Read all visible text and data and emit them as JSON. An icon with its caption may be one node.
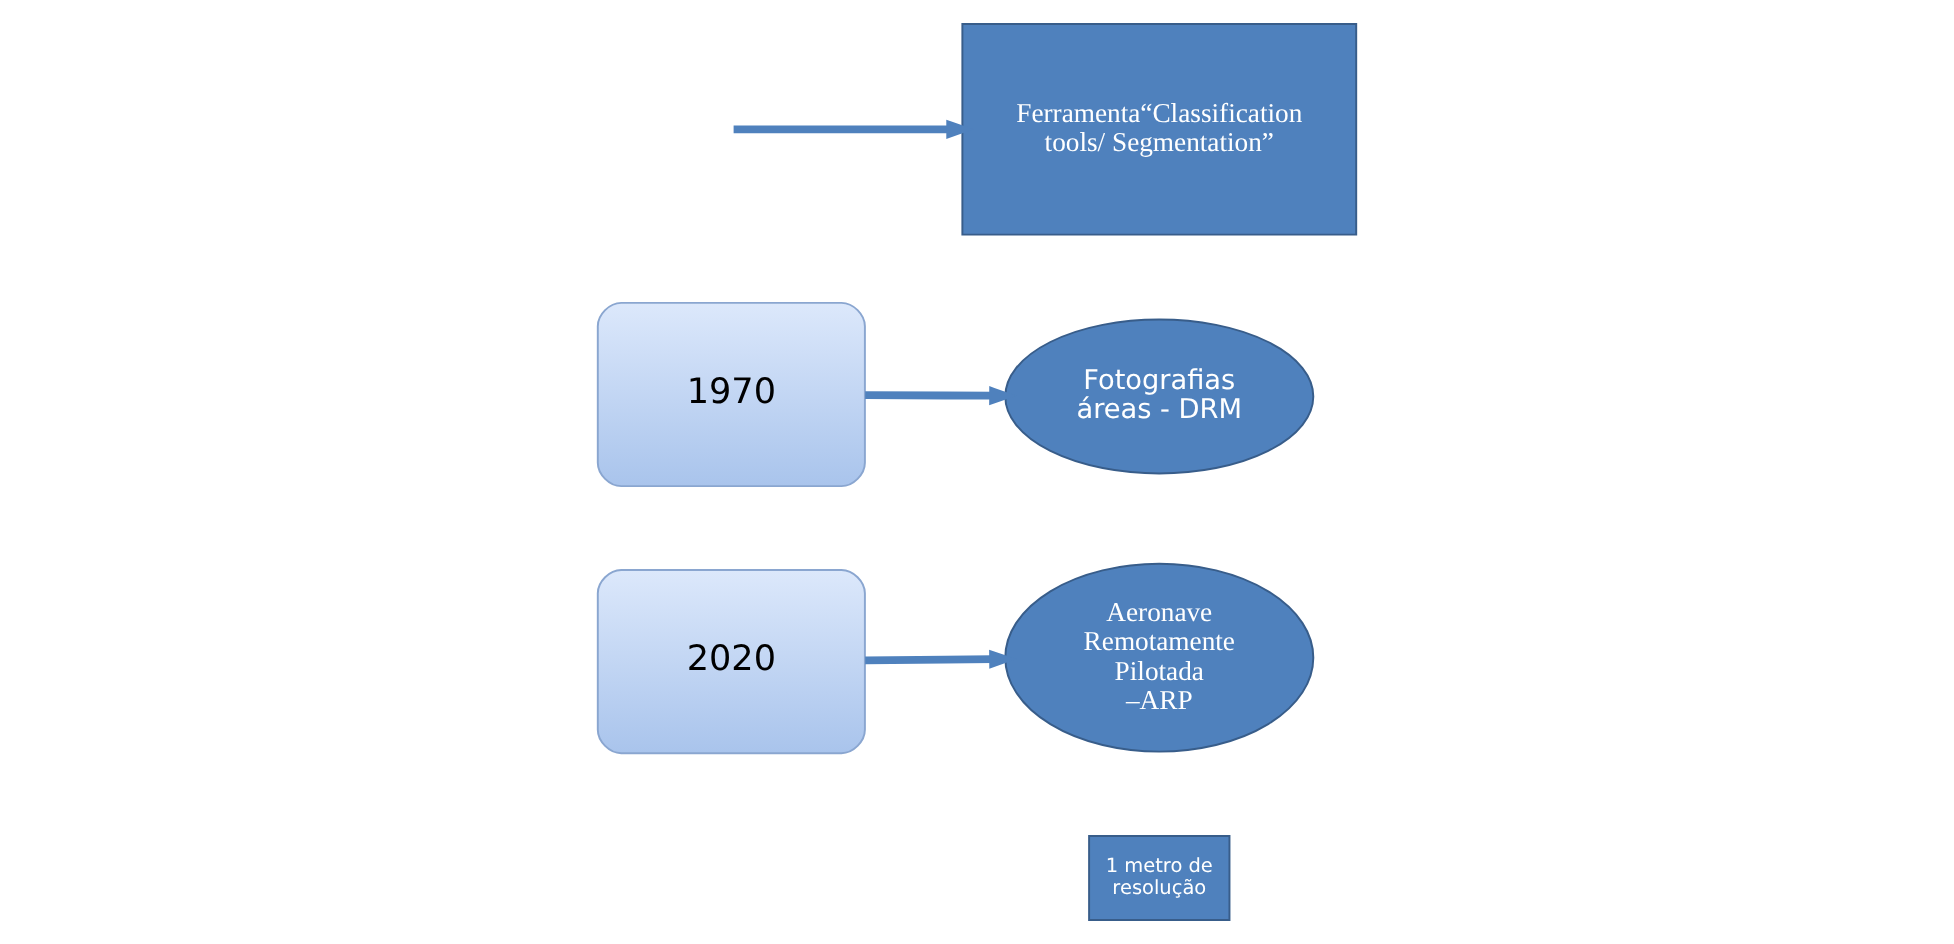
{
  "diagram": {
    "nodes": [
      {
        "text": [
          "1970"
        ]
      },
      {
        "text": [
          "Fotografias áreas - DRM"
        ]
      },
      {
        "text": [
          "2020"
        ]
      },
      {
        "text": [
          "Aeronave Remotamente Pilotada –ARP"
        ]
      },
      {
        "text": [
          "Ferramenta“Classification tools/ Segmentation”"
        ]
      },
      {
        "text": [
          "1 metro de resolução"
        ]
      }
    ],
    "edges": [
      {
        "from": 0,
        "to": 1,
        "arrow": "to"
      },
      {
        "from": 2,
        "to": 3,
        "arrow": "to"
      },
      {
        "from": null,
        "to": 4,
        "arrow": "to"
      }
    ]
  }
}
